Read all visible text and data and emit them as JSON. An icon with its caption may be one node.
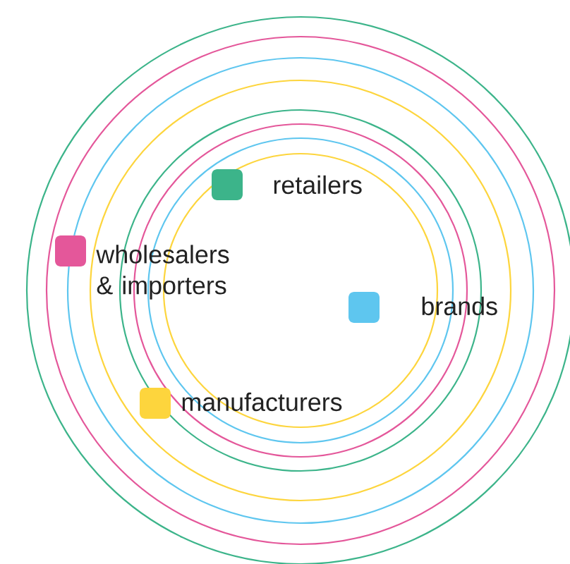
{
  "diagram": {
    "legend": [
      {
        "text": "retailers",
        "color": "#3cb48a"
      },
      {
        "text": "wholesalers & importers",
        "color": "#e4579a"
      },
      {
        "text": "brands",
        "color": "#5ec6ef"
      },
      {
        "text": "manufacturers",
        "color": "#fdd53d"
      }
    ]
  }
}
